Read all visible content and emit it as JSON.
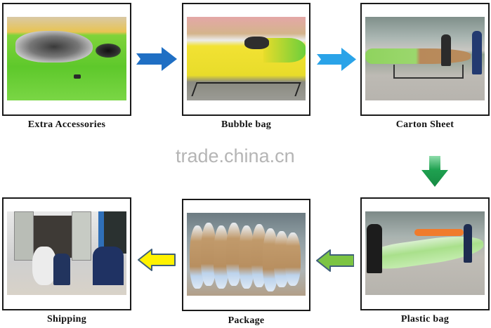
{
  "diagram": {
    "type": "process-flow",
    "watermark": "trade.china.cn",
    "colors": {
      "frame_border": "#1a1a1a",
      "arrow_1": "#1f6fc4",
      "arrow_2": "#2aa3e8",
      "arrow_3": "#1fa150",
      "arrow_4": "#7cc443",
      "arrow_5": "#fff200",
      "arrow_outline": "#3f5f7a",
      "watermark": "#b5b5b5"
    },
    "steps": [
      {
        "order": 1,
        "label": "Extra Accessories",
        "photo": "green kayak with accessories wrapped in plastic"
      },
      {
        "order": 2,
        "label": "Bubble bag",
        "photo": "yellow-green kayak wrapped in bubble bag on rack"
      },
      {
        "order": 3,
        "label": "Carton Sheet",
        "photo": "workers wrapping kayak with carton sheet"
      },
      {
        "order": 4,
        "label": "Plastic bag",
        "photo": "workers covering kayak with plastic bag"
      },
      {
        "order": 5,
        "label": "Package",
        "photo": "packaged kayaks standing in warehouse"
      },
      {
        "order": 6,
        "label": "Shipping",
        "photo": "loading packages into shipping container"
      }
    ],
    "arrows": [
      {
        "from": 1,
        "to": 2,
        "direction": "right",
        "color": "#1f6fc4"
      },
      {
        "from": 2,
        "to": 3,
        "direction": "right",
        "color": "#2aa3e8"
      },
      {
        "from": 3,
        "to": 4,
        "direction": "down",
        "color": "#1fa150"
      },
      {
        "from": 4,
        "to": 5,
        "direction": "left",
        "color": "#7cc443"
      },
      {
        "from": 5,
        "to": 6,
        "direction": "left",
        "color": "#fff200"
      }
    ]
  }
}
